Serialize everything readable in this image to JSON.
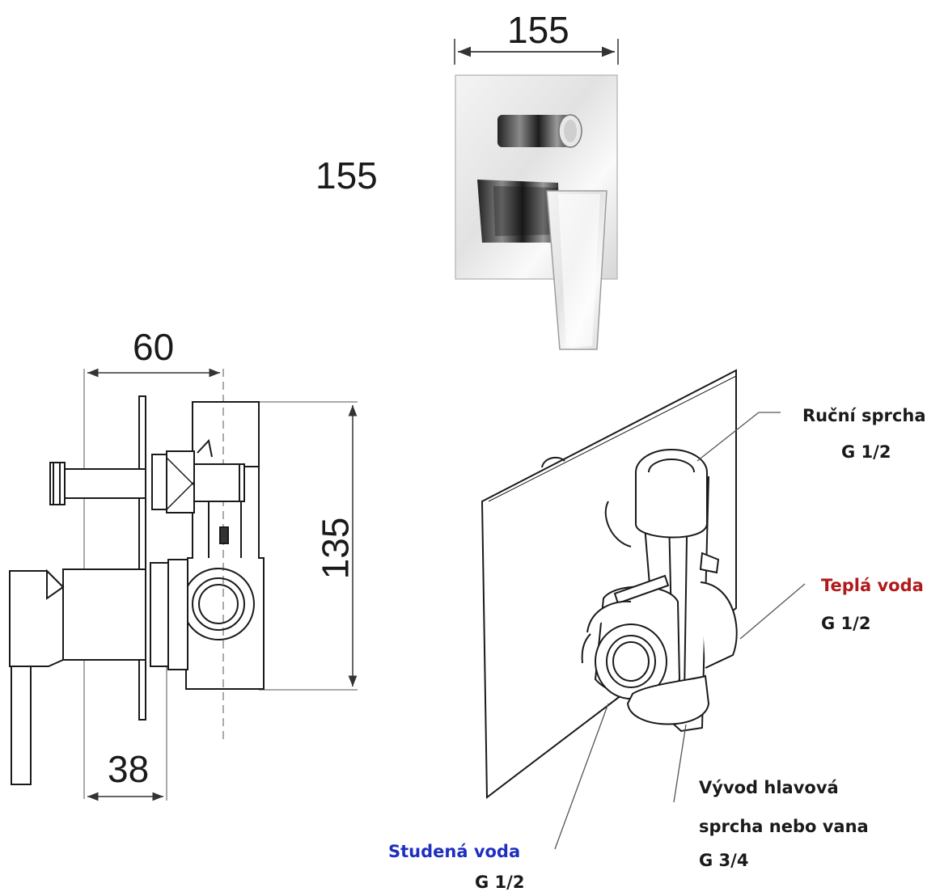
{
  "dimensions": {
    "plate_width": "155",
    "plate_height": "155",
    "body_depth": "60",
    "body_height": "135",
    "wall_depth": "38"
  },
  "connections": {
    "hand_shower": {
      "name": "Ruční sprcha",
      "thread": "G 1/2"
    },
    "hot_water": {
      "name": "Teplá voda",
      "thread": "G 1/2"
    },
    "cold_water": {
      "name": "Studená voda",
      "thread": "G 1/2"
    },
    "outlet": {
      "name_line1": "Vývod hlavová",
      "name_line2": "sprcha nebo vana",
      "thread": "G 3/4"
    }
  },
  "colors": {
    "line": "#222222",
    "cold_label": "#1f2fbf",
    "hot_label": "#b01a1a"
  }
}
